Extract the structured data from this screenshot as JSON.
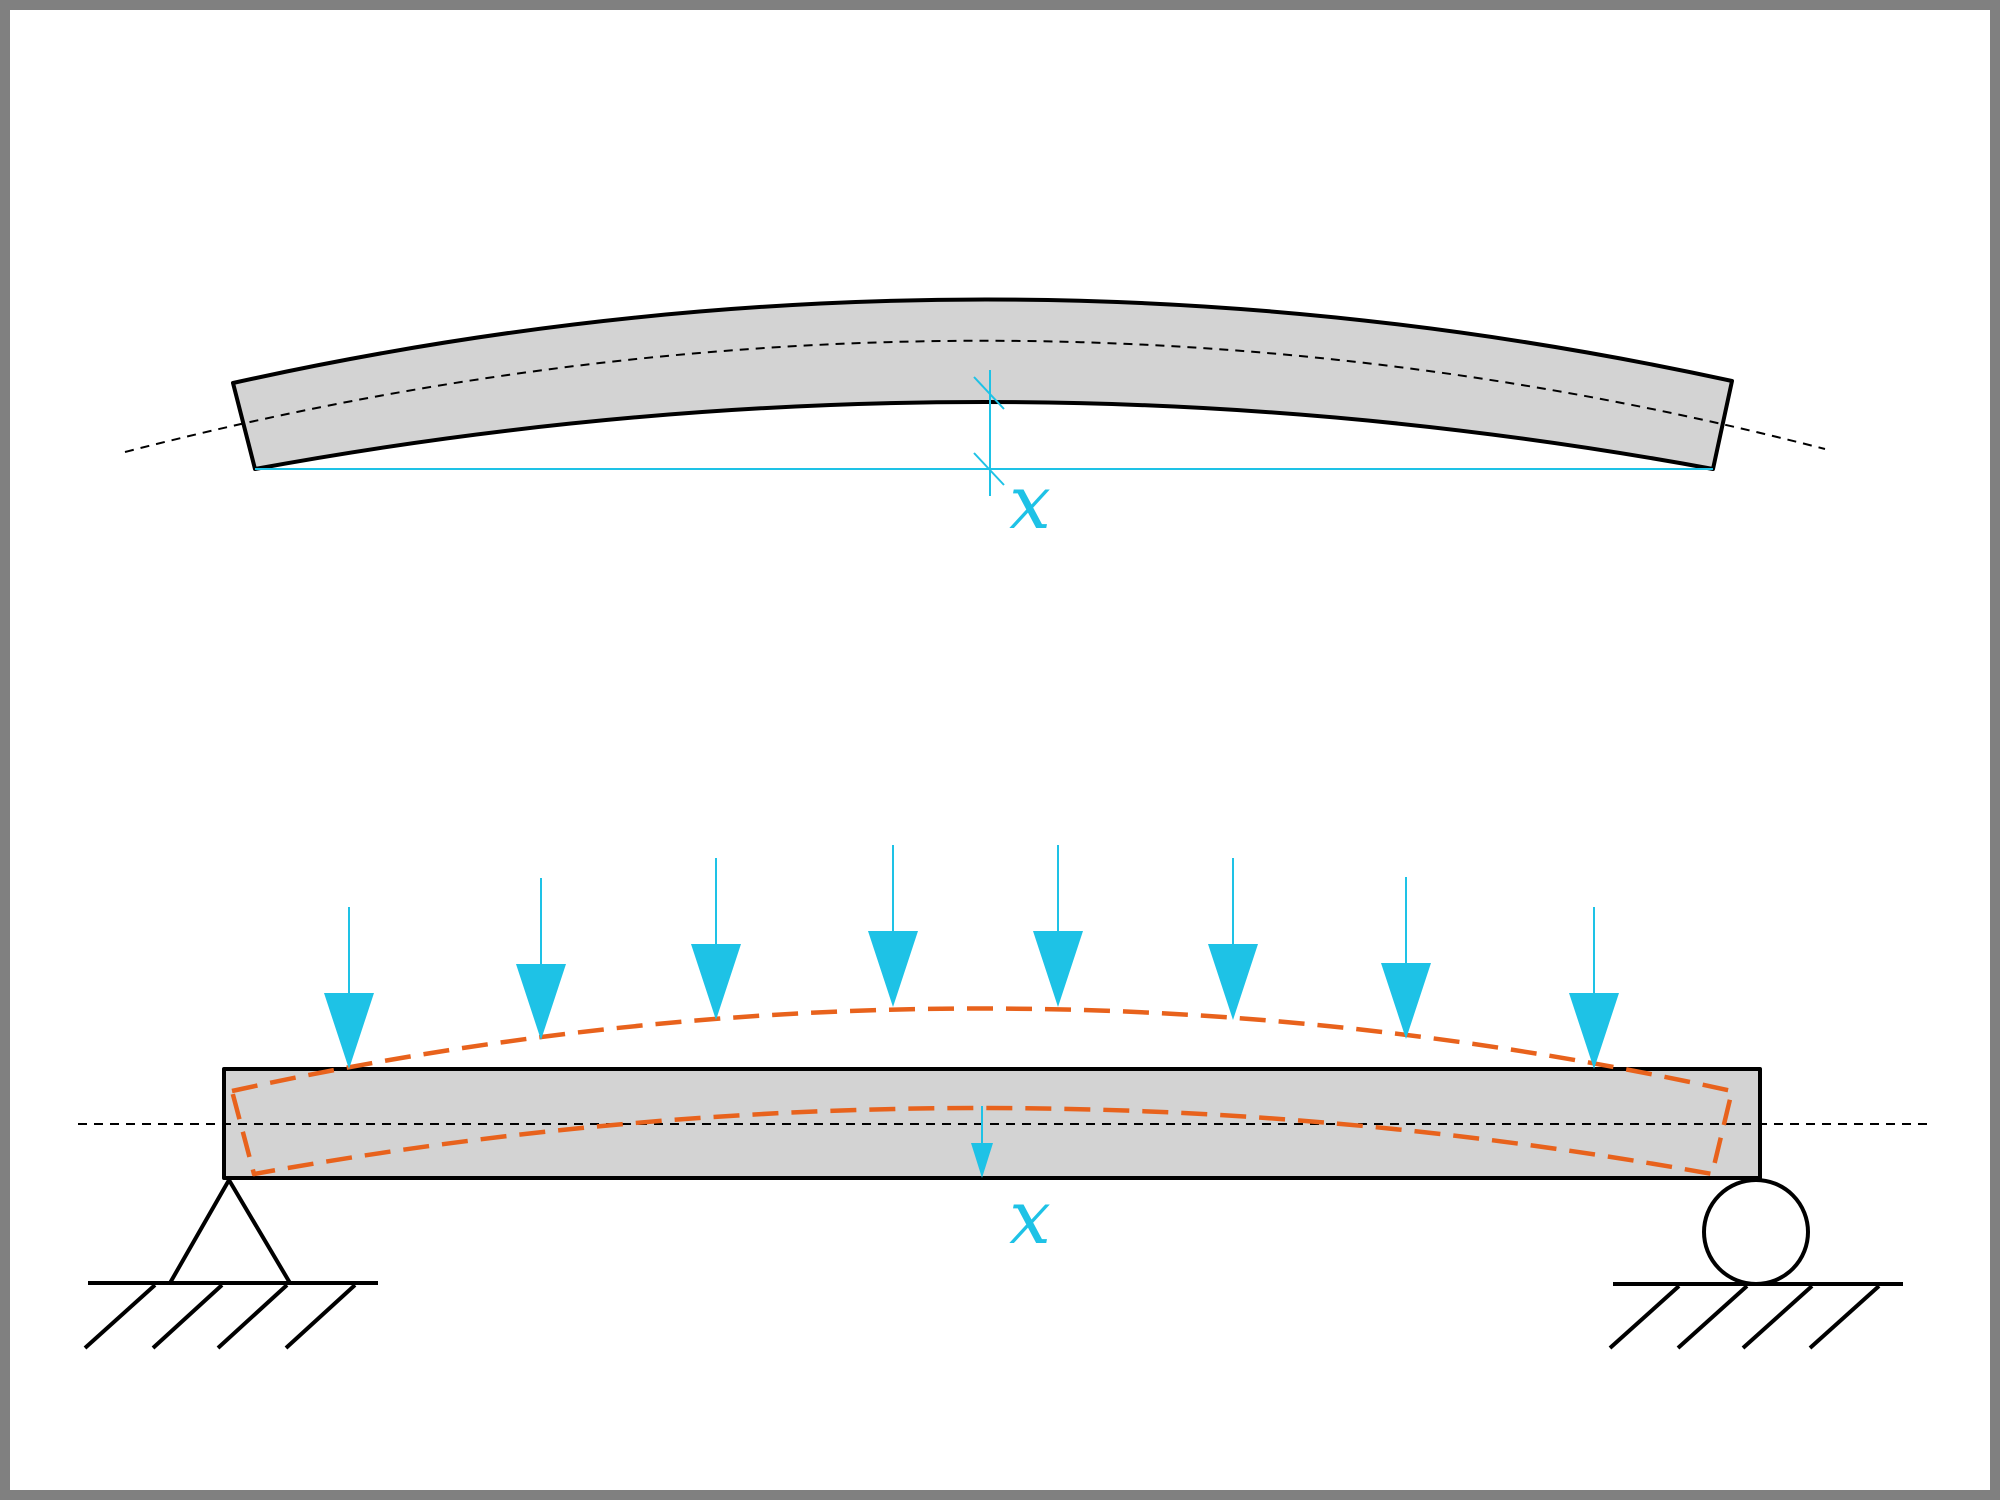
{
  "figure": {
    "deflection_symbol": "x",
    "colors": {
      "beam_fill": "#d3d3d3",
      "outline": "#000000",
      "annotation": "#1ec2e6",
      "deformed_shape": "#e8621c",
      "frame": "#808080"
    }
  },
  "top_panel": {
    "label": "x"
  },
  "bottom_panel": {
    "label": "x",
    "load_arrow_count": 8,
    "left_support": "pinned",
    "right_support": "roller"
  }
}
